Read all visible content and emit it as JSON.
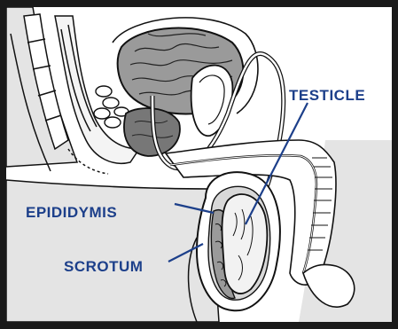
{
  "labels": {
    "testicle": "TESTICLE",
    "epididymis": "EPIDIDYMIS",
    "scrotum": "SCROTUM"
  },
  "colors": {
    "label": "#1c3f8a",
    "frame": "#1a1a1a",
    "line_art": "#111111",
    "shade": "#e4e4e4"
  }
}
